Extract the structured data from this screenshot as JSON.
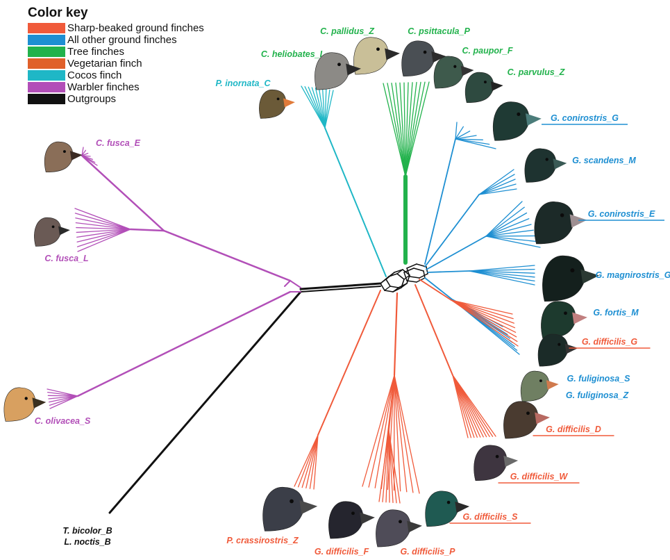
{
  "legend": {
    "title": "Color key",
    "items": [
      {
        "label": "Sharp-beaked ground finches",
        "color": "#f05a3a"
      },
      {
        "label": "All other ground finches",
        "color": "#1e8fd2"
      },
      {
        "label": "Tree finches",
        "color": "#22b24c"
      },
      {
        "label": "Vegetarian finch",
        "color": "#e0602a"
      },
      {
        "label": "Cocos finch",
        "color": "#1fb7c6"
      },
      {
        "label": "Warbler finches",
        "color": "#b24fb8"
      },
      {
        "label": "Outgroups",
        "color": "#111111"
      }
    ]
  },
  "taxa": [
    {
      "label": "C. pallidus_Z",
      "group": "tree"
    },
    {
      "label": "C. psittacula_P",
      "group": "tree"
    },
    {
      "label": "C. heliobates_I",
      "group": "tree"
    },
    {
      "label": "C. paupor_F",
      "group": "tree"
    },
    {
      "label": "C. parvulus_Z",
      "group": "tree"
    },
    {
      "label": "P. inornata_C",
      "group": "cocos"
    },
    {
      "label": "G. conirostris_G",
      "group": "ground",
      "underline": true
    },
    {
      "label": "G. scandens_M",
      "group": "ground"
    },
    {
      "label": "G. conirostris_E",
      "group": "ground",
      "underline": true
    },
    {
      "label": "G. magnirostris_G",
      "group": "ground"
    },
    {
      "label": "G. fortis_M",
      "group": "ground"
    },
    {
      "label": "G. difficilis_G",
      "group": "sharp",
      "underline": true
    },
    {
      "label": "G. fuliginosa_S",
      "group": "ground"
    },
    {
      "label": "G. fuliginosa_Z",
      "group": "ground"
    },
    {
      "label": "G. difficilis_D",
      "group": "sharp",
      "underline": true
    },
    {
      "label": "G. difficilis_W",
      "group": "sharp",
      "underline": true
    },
    {
      "label": "G. difficilis_S",
      "group": "sharp",
      "underline": true
    },
    {
      "label": "G. difficilis_P",
      "group": "sharp"
    },
    {
      "label": "G. difficilis_F",
      "group": "sharp"
    },
    {
      "label": "P. crassirostris_Z",
      "group": "sharp"
    },
    {
      "label": "C. fusca_E",
      "group": "warbler"
    },
    {
      "label": "C. fusca_L",
      "group": "warbler"
    },
    {
      "label": "C. olivacea_S",
      "group": "warbler"
    },
    {
      "label": "T. bicolor_B",
      "group": "outgroup"
    },
    {
      "label": "L. noctis_B",
      "group": "outgroup"
    }
  ]
}
